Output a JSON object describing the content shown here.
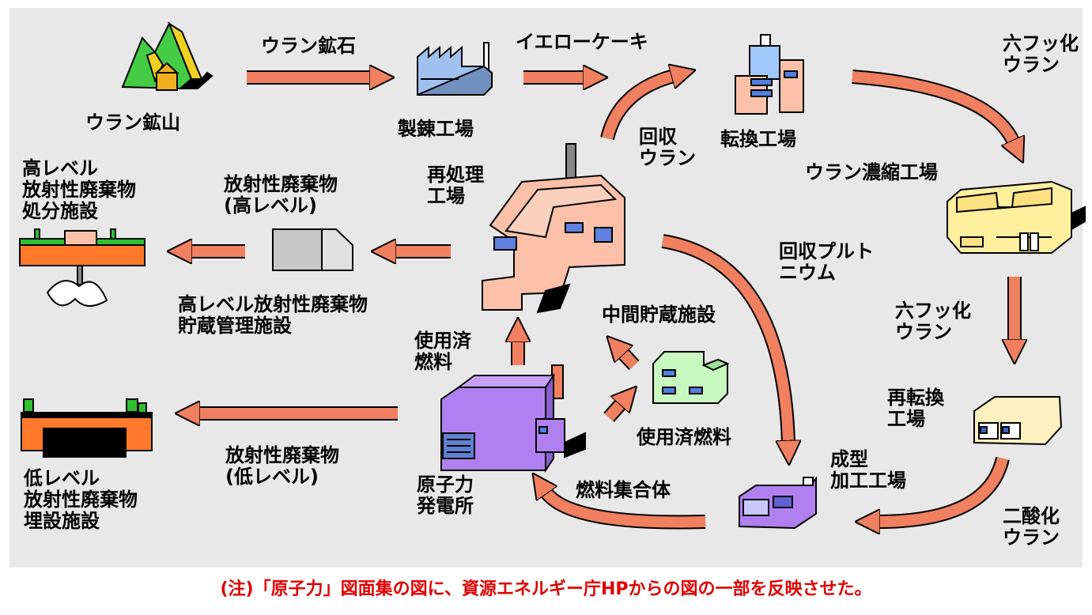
{
  "colors": {
    "panel": "#e8e8e8",
    "arrow": "#f08060",
    "arrow_outline": "#000000",
    "note_text": "#e00000",
    "mountain_green": "#44cc44",
    "mountain_yellow": "#f0d020",
    "factory_blue": "#a0c0f0",
    "reprocessing_salmon": "#fbc0a8",
    "plant_purple": "#b080f0",
    "enrichment_yellow": "#fff0a0",
    "storage_green": "#c8f8c0",
    "storage_gray": "#c8c8c8"
  },
  "labels": {
    "uranium_mine": "ウラン鉱山",
    "uranium_ore": "ウラン鉱石",
    "refining_plant": "製錬工場",
    "yellowcake": "イエローケーキ",
    "conversion_plant": "転換工場",
    "uf6_top": "六フッ化\nウラン",
    "recovered_uranium": "回収\nウラン",
    "enrichment_plant": "ウラン濃縮工場",
    "reprocessing_plant": "再処理\n工場",
    "hlw_waste": "放射性廃棄物\n(高レベル)",
    "hlw_disposal": "高レベル\n放射性廃棄物\n処分施設",
    "hlw_storage": "高レベル放射性廃棄物\n貯蔵管理施設",
    "recovered_plutonium": "回収プルト\nニウム",
    "interim_storage": "中間貯蔵施設",
    "uf6_right": "六フッ化\nウラン",
    "spent_fuel_left": "使用済\n燃料",
    "spent_fuel": "使用済燃料",
    "reconversion_plant": "再転換\n工場",
    "llw_disposal": "低レベル\n放射性廃棄物\n埋設施設",
    "llw_waste": "放射性廃棄物\n(低レベル)",
    "power_plant": "原子力\n発電所",
    "fuel_assembly": "燃料集合体",
    "fabrication_plant": "成型\n加工工場",
    "uranium_dioxide": "二酸化\nウラン"
  },
  "note": "(注)「原子力」図面集の図に、資源エネルギー庁HPからの図の一部を反映させた。"
}
